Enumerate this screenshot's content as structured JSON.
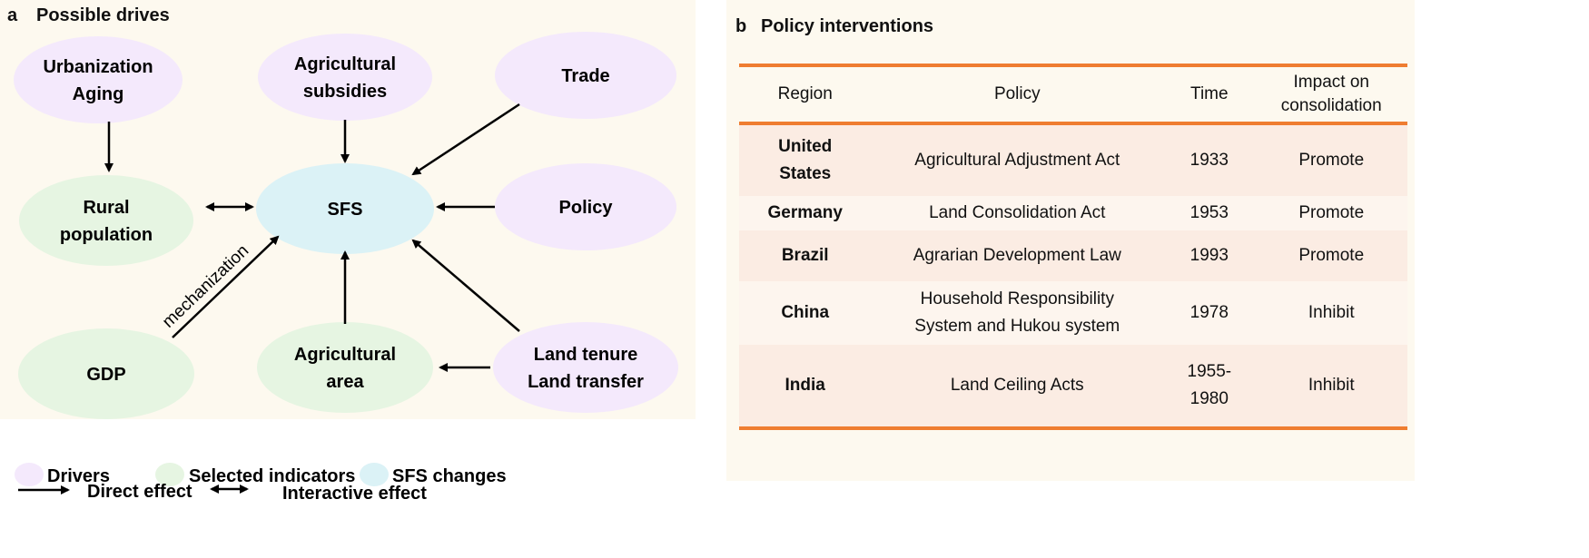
{
  "panel_a": {
    "label": "a",
    "title": "Possible drives",
    "nodes": {
      "urbanization": [
        "Urbanization",
        "Aging"
      ],
      "subsidies": [
        "Agricultural",
        "subsidies"
      ],
      "trade": [
        "Trade"
      ],
      "rural": [
        "Rural",
        "population"
      ],
      "sfs": [
        "SFS"
      ],
      "policy": [
        "Policy"
      ],
      "gdp": [
        "GDP"
      ],
      "area": [
        "Agricultural",
        "area"
      ],
      "land": [
        "Land tenure",
        "Land transfer"
      ]
    },
    "edge_label": "mechanization",
    "colors": {
      "driver": "#f4e9fc",
      "indicator": "#e6f5e2",
      "sfs": "#dbf2f6"
    },
    "legend": {
      "drivers": "Drivers",
      "indicators": "Selected indicators",
      "sfs": "SFS changes",
      "direct": "Direct effect",
      "interactive": "Interactive effect"
    }
  },
  "panel_b": {
    "label": "b",
    "title": "Policy interventions",
    "columns": [
      "Region",
      "Policy",
      "Time",
      "Impact on consolidation"
    ],
    "rows": [
      {
        "region": "United States",
        "policy": "Agricultural Adjustment Act",
        "time": "1933",
        "impact": "Promote"
      },
      {
        "region": "Germany",
        "policy": "Land Consolidation Act",
        "time": "1953",
        "impact": "Promote"
      },
      {
        "region": "Brazil",
        "policy": "Agrarian Development Law",
        "time": "1993",
        "impact": "Promote"
      },
      {
        "region": "China",
        "policy": "Household Responsibility System and Hukou system",
        "time": "1978",
        "impact": "Inhibit"
      },
      {
        "region": "India",
        "policy": "Land Ceiling Acts",
        "time": "1955-1980",
        "impact": "Inhibit"
      }
    ],
    "accent": "#ef7d31"
  }
}
